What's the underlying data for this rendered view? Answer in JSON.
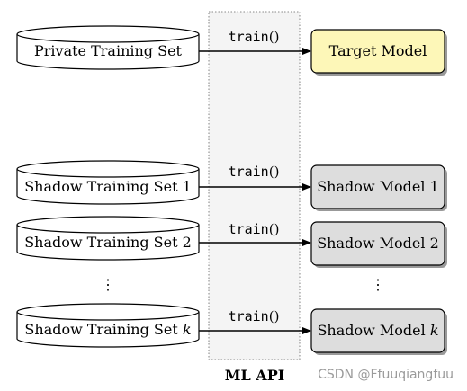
{
  "api": {
    "label": "ML API"
  },
  "datasets": {
    "private": "Private Training Set",
    "shadow1": "Shadow Training Set 1",
    "shadow2": "Shadow Training Set 2",
    "shadowk_prefix": "Shadow Training Set ",
    "shadowk_var": "k"
  },
  "calls": {
    "train_fn": "train",
    "train_parens": "()"
  },
  "models": {
    "target": "Target Model",
    "shadow1": "Shadow Model 1",
    "shadow2": "Shadow Model 2",
    "shadowk_prefix": "Shadow Model ",
    "shadowk_var": "k"
  },
  "ellipsis": "⋮",
  "watermark": "CSDN @Ffuuqiangfuu",
  "colors": {
    "target_fill": "#fdf7b8",
    "shadow_fill": "#dddddd",
    "api_fill": "#f4f4f4",
    "stroke": "#000000",
    "shadow": "#999999",
    "watermark": "#9a9a9a"
  }
}
